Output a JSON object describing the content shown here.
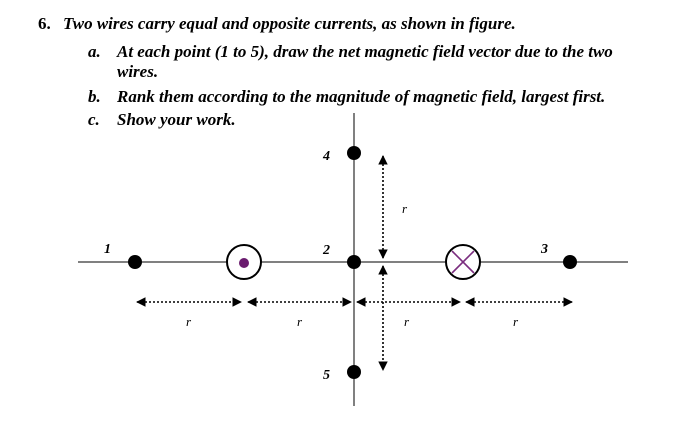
{
  "question": {
    "number": "6.",
    "stem": "Two wires carry equal and opposite currents, as shown in figure.",
    "parts": [
      {
        "marker": "a.",
        "line1": "At each point (1 to 5), draw the net magnetic field vector due to the two",
        "line2": "wires."
      },
      {
        "marker": "b.",
        "line1": "Rank them according to the magnitude of magnetic field, largest first."
      },
      {
        "marker": "c.",
        "line1": "Show your work."
      }
    ]
  },
  "figure": {
    "point_labels": [
      "1",
      "2",
      "3",
      "4",
      "5"
    ],
    "distance_label": "r",
    "wire_out_symbol": "dot",
    "wire_in_symbol": "cross",
    "wire_out_color": "#6a1b6e",
    "wire_in_color": "#7b2d7f"
  }
}
